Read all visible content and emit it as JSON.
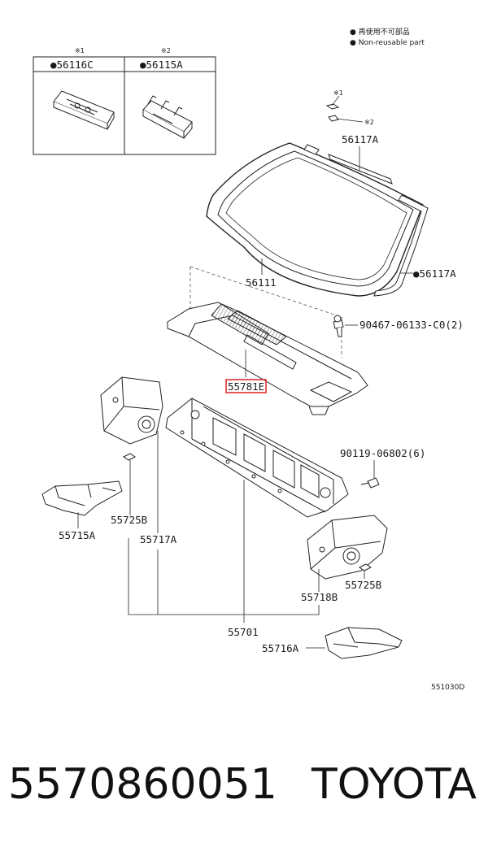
{
  "legend": {
    "line1": "● 再使用不可部品",
    "line2": "● Non-reusable part"
  },
  "inset": {
    "note1": "※1",
    "note2": "※2",
    "part1": "●56116C",
    "part2": "●56115A"
  },
  "notes": {
    "n1": "※1",
    "n2": "※2"
  },
  "labels": {
    "p56117a_top": "56117A",
    "p56117a_right": "●56117A",
    "p56111": "56111",
    "p90467": "90467-06133-C0(2)",
    "p55781e": "55781E",
    "p90119": "90119-06802(6)",
    "p55715a": "55715A",
    "p55725b_left": "55725B",
    "p55717a": "55717A",
    "p55725b_right": "55725B",
    "p55718b": "55718B",
    "p55701": "55701",
    "p55716a": "55716A"
  },
  "diagram_code": "551030D",
  "footer": {
    "part_number": "5570860051",
    "brand": "TOYOTA"
  },
  "highlight_color": "#e03030"
}
